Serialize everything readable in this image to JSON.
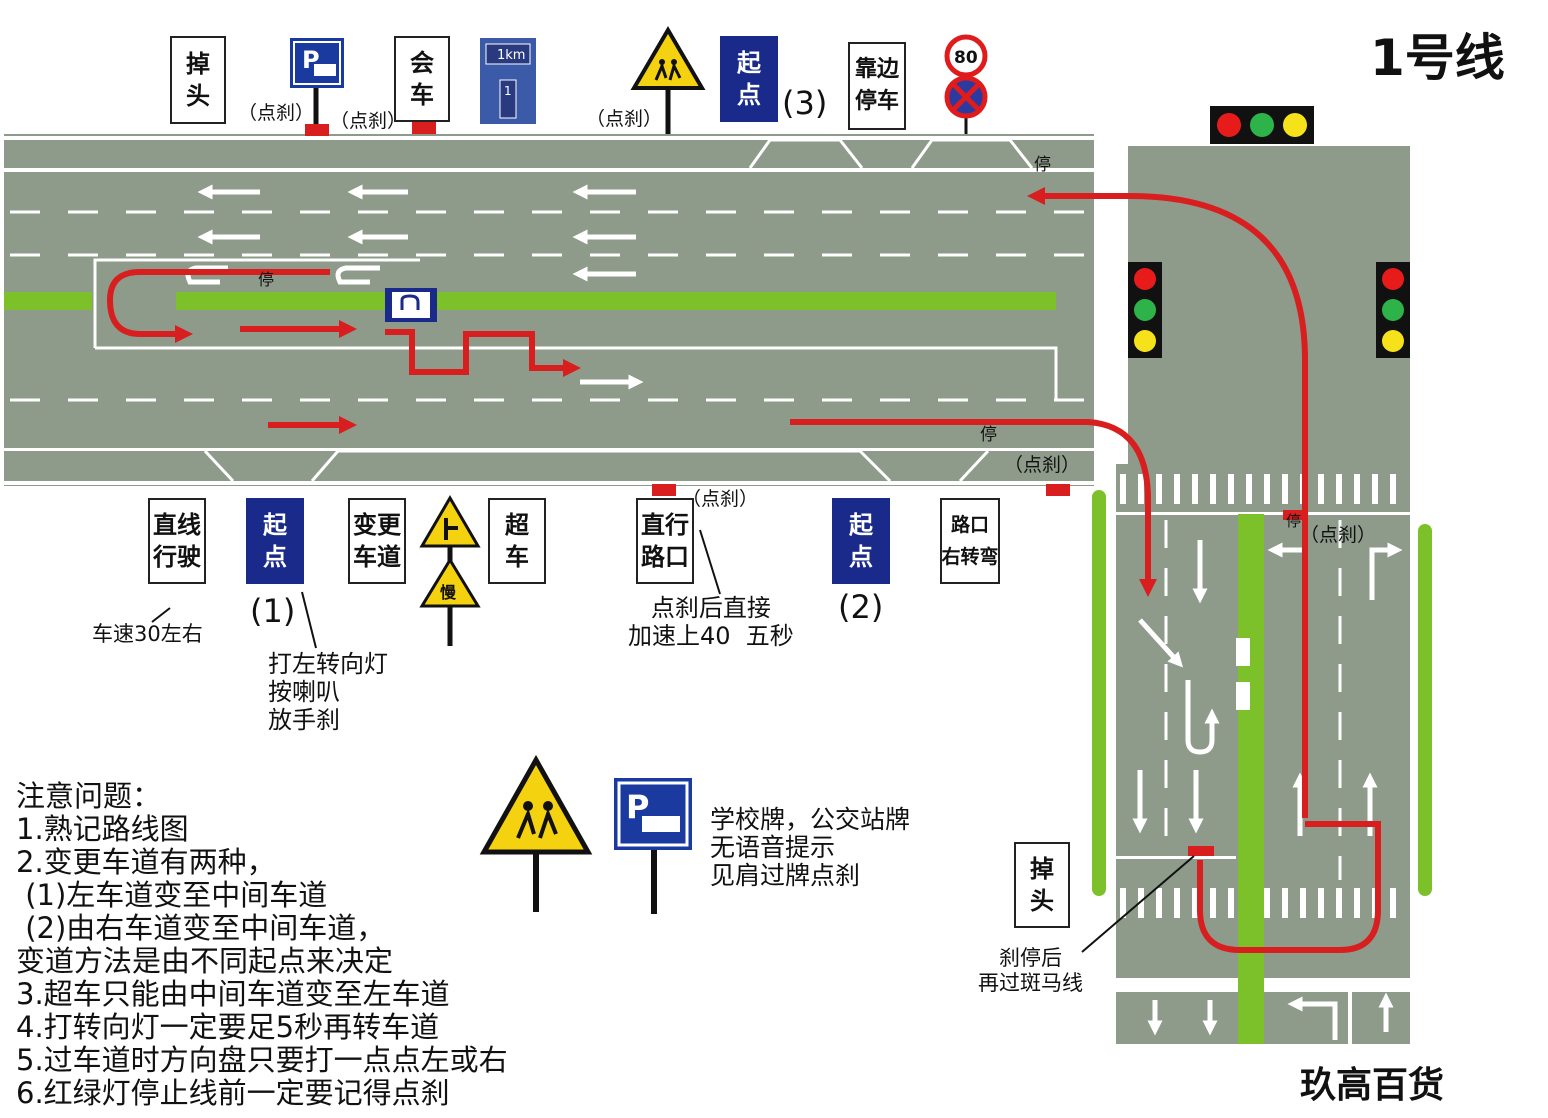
{
  "title": "1号线",
  "store_name": "玖高百货",
  "signs_top": {
    "uturn": "掉\n头",
    "meet": "会\n车",
    "start3": "起\n点",
    "pullover": "靠边\n停车",
    "speed_limit": "80",
    "distance_top": "1km",
    "distance_num": "1"
  },
  "signs_bottom": {
    "straight": "直线\n行驶",
    "start1": "起\n点",
    "lane_change": "变更\n车道",
    "overtake": "超\n车",
    "intersection": "直行\n路口",
    "start2": "起\n点",
    "right_turn": "路口\n右转弯",
    "slow": "慢",
    "uturn_right": "掉\n头"
  },
  "labels": {
    "brake_1": "（点刹）",
    "brake_2": "（点刹）",
    "brake_3": "（点刹）",
    "brake_4": "（点刹）",
    "brake_5": "（点刹）",
    "brake_6": "（点刹）",
    "num_3": "(3)",
    "num_1": "(1)",
    "num_2": "(2)",
    "stop_1": "停",
    "stop_2": "停",
    "stop_3": "停",
    "stop_4": "停",
    "speed_note": "车速30左右",
    "start1_note": "打左转向灯\n按喇叭\n放手刹",
    "intersection_note": "点刹后直接\n加速上40  五秒",
    "school_note": "学校牌，公交站牌\n无语音提示\n见肩过牌点刹",
    "zebra_note": "刹停后\n再过斑马线"
  },
  "notes": [
    "注意问题：",
    "1.熟记路线图",
    "2.变更车道有两种，",
    " (1)左车道变至中间车道",
    " (2)由右车道变至中间车道，",
    "变道方法是由不同起点来决定",
    "3.超车只能由中间车道变至左车道",
    "4.打转向灯一定要足5秒再转车道",
    "5.过车道时方向盘只要打一点点左或右",
    "6.红绿灯停止线前一定要记得点刹"
  ],
  "colors": {
    "road": "#8e9b8b",
    "route": "#d81e1e",
    "median": "#7cc12a",
    "sign_blue": "#1a2a8a",
    "warning_yellow": "#f5d20f"
  }
}
